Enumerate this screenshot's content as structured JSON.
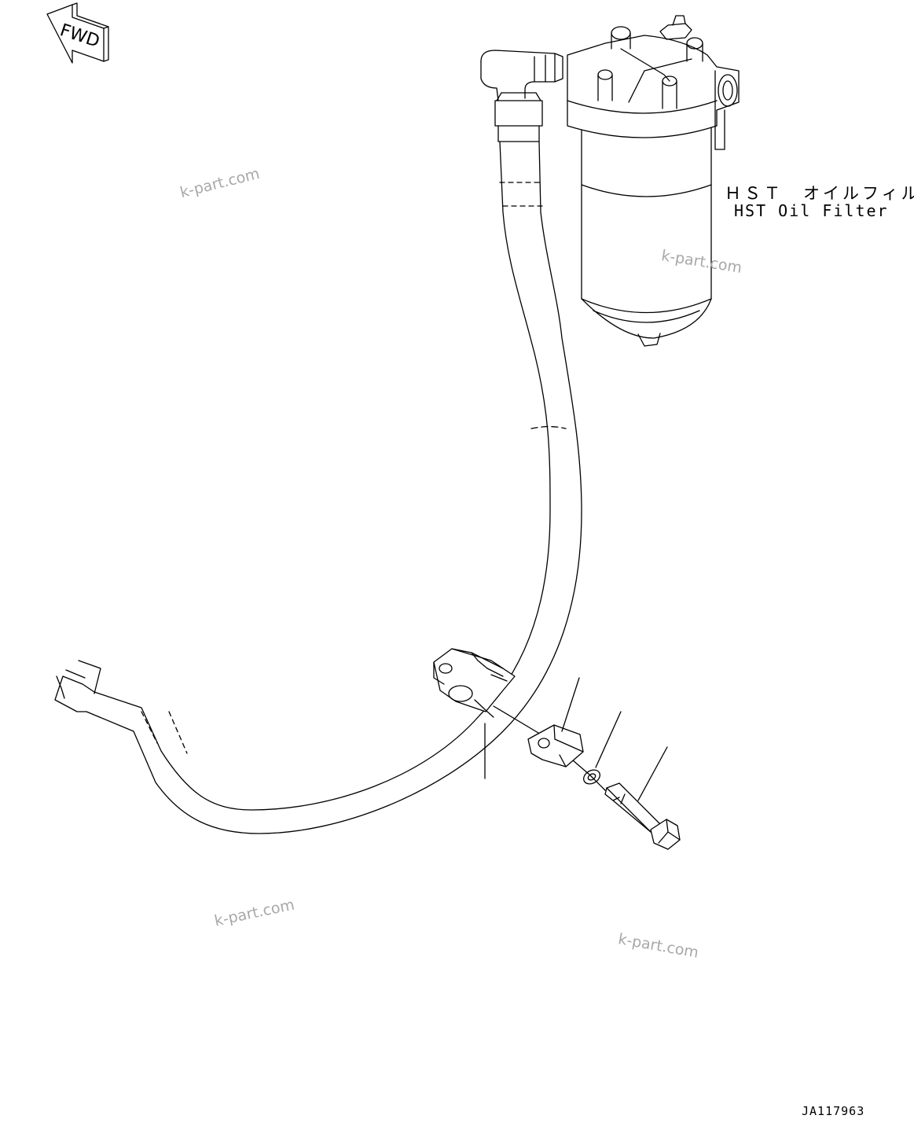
{
  "diagram": {
    "fwd_arrow_text": "FWD",
    "callout_label_jp": "ＨＳＴ　オイルフィルタ",
    "callout_label_en": "HST Oil Filter",
    "drawing_number": "JA117963"
  },
  "watermarks": [
    "k-part.com",
    "k-part.com",
    "k-part.com",
    "k-part.com"
  ],
  "colors": {
    "line": "#000000",
    "watermark": "#a8a8a8",
    "background": "#ffffff"
  }
}
